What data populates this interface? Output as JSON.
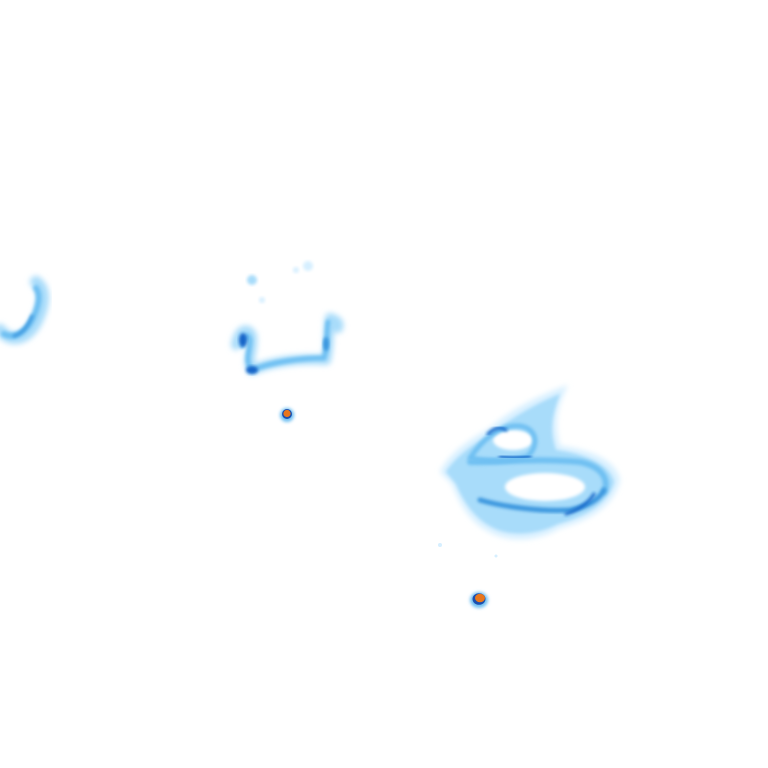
{
  "map": {
    "kind": "radar-precipitation-overlay",
    "background": "#ffffff",
    "palette": {
      "very_light": "#d6efff",
      "light": "#a8dcfa",
      "medium": "#6fc0f2",
      "strong": "#3a96de",
      "heavy": "#1565c8",
      "core": "#e8761c",
      "core_outline": "#1a4fb0"
    },
    "features": [
      {
        "name": "echo-left-edge",
        "intensity": "medium"
      },
      {
        "name": "echo-center-left",
        "intensity": "heavy"
      },
      {
        "name": "cell-small-north",
        "intensity": "core"
      },
      {
        "name": "echo-center-right",
        "intensity": "strong"
      },
      {
        "name": "cell-small-south",
        "intensity": "core"
      }
    ]
  }
}
